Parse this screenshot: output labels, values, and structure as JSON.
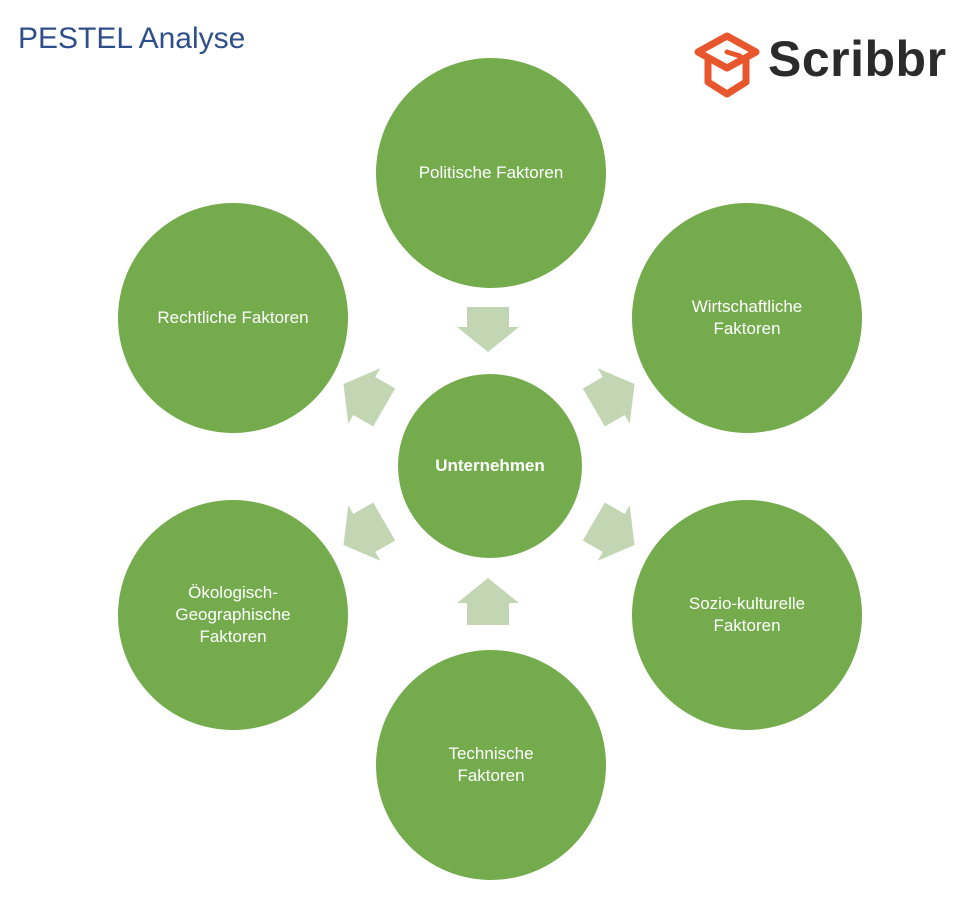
{
  "title": "PESTEL Analyse",
  "logo": {
    "text": "Scribbr",
    "icon": "graduation-cap-icon",
    "color": "#e8562d"
  },
  "colors": {
    "node": "#74ab4c",
    "arrow": "#c2d6b4",
    "title": "#2f4f8a"
  },
  "center": {
    "label": "Unternehmen"
  },
  "factors": [
    {
      "id": "politisch",
      "label": "Politische Faktoren"
    },
    {
      "id": "wirtschaftlich",
      "label": "Wirtschaftliche\nFaktoren"
    },
    {
      "id": "sozio",
      "label": "Sozio-kulturelle\nFaktoren"
    },
    {
      "id": "technisch",
      "label": "Technische\nFaktoren"
    },
    {
      "id": "oekologisch",
      "label": "Ökologisch-\nGeographische\nFaktoren"
    },
    {
      "id": "rechtlich",
      "label": "Rechtliche Faktoren"
    }
  ]
}
